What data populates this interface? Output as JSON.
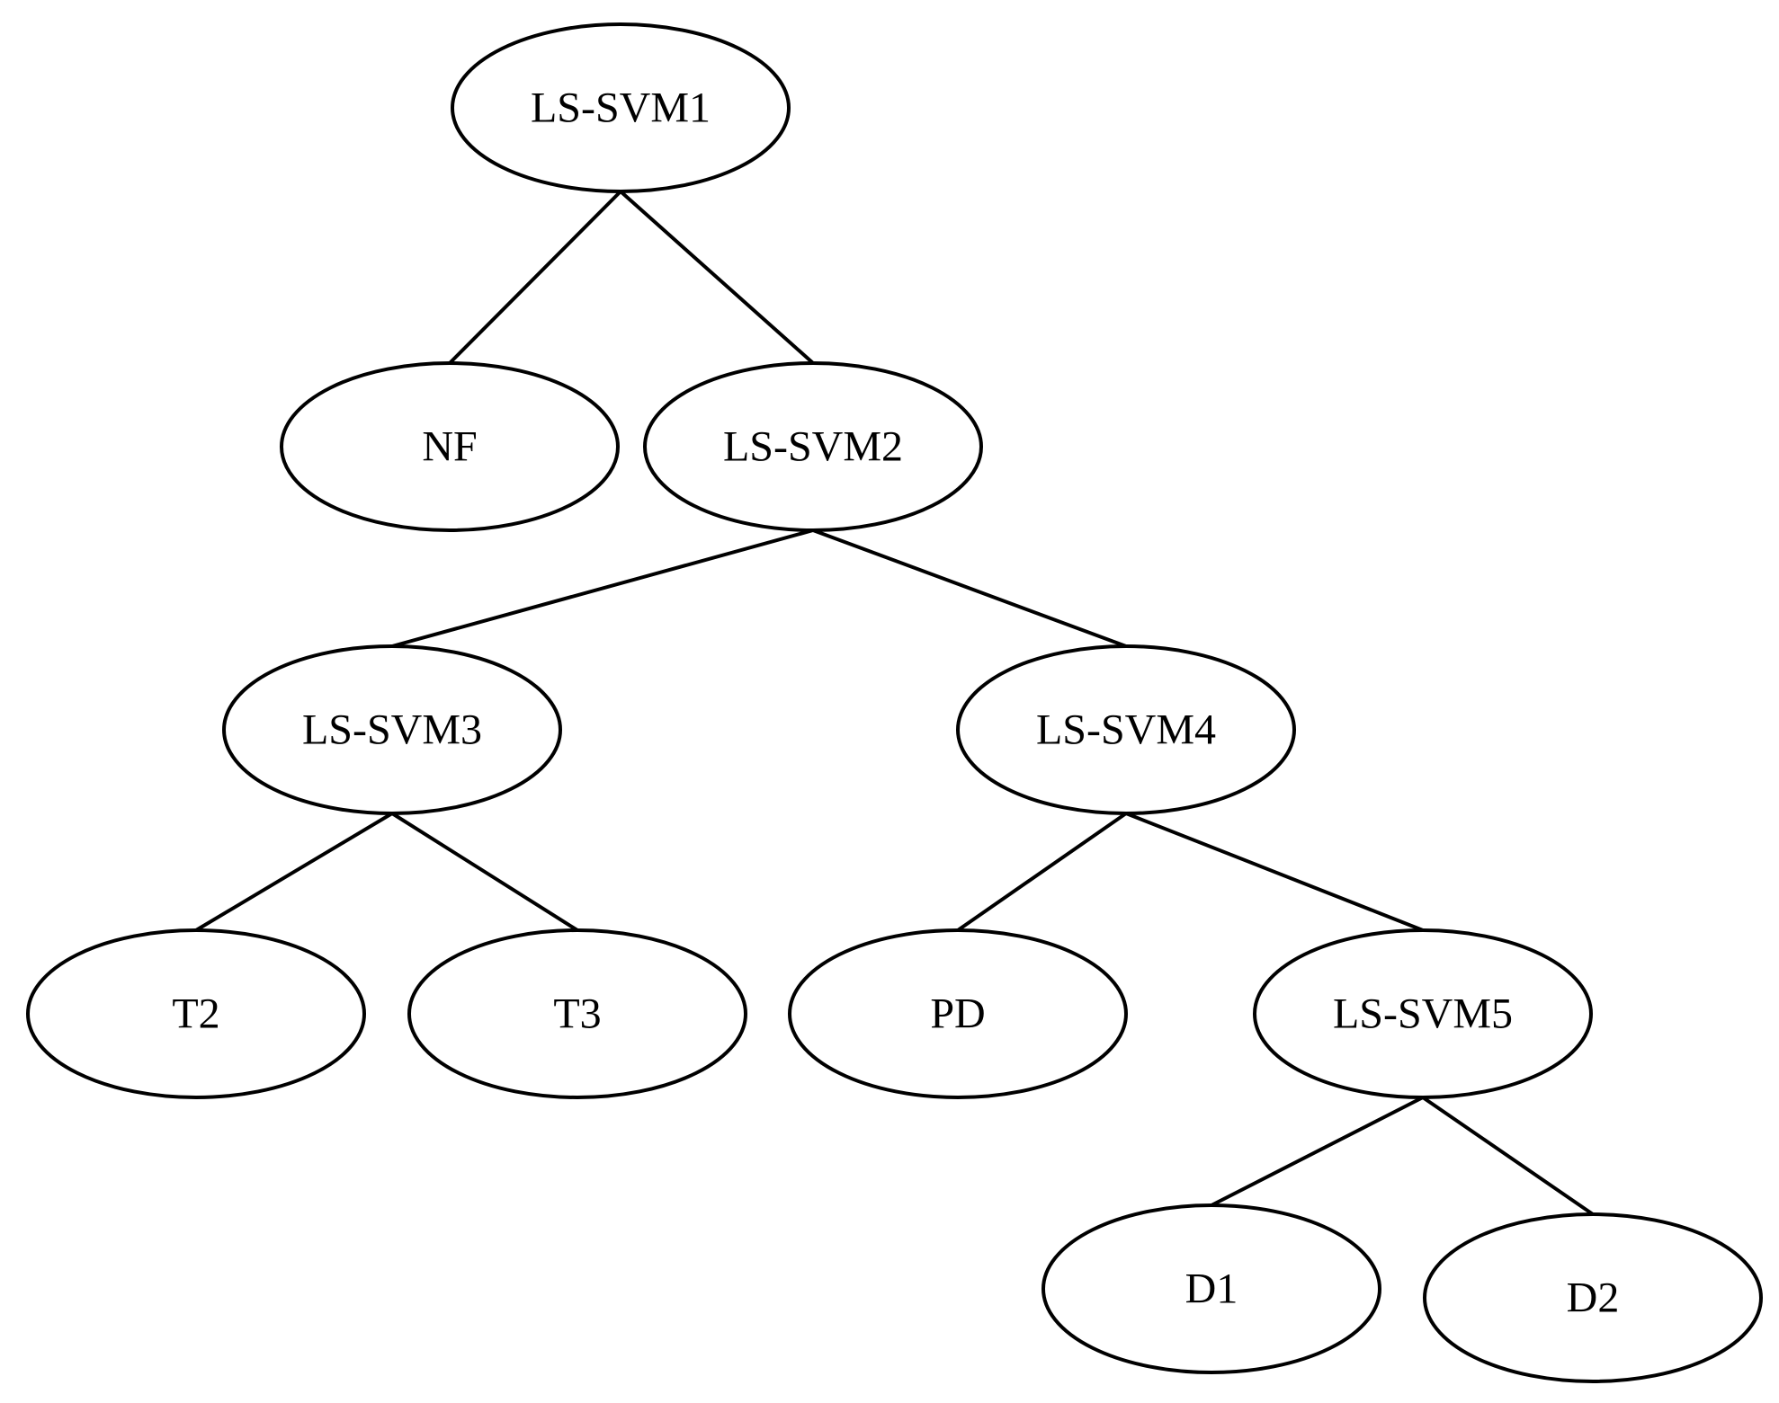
{
  "diagram": {
    "type": "tree",
    "colors": {
      "stroke": "#000000",
      "fill": "#ffffff",
      "text": "#000000"
    },
    "nodes": [
      {
        "id": "n1",
        "label": "LS-SVM1"
      },
      {
        "id": "n2",
        "label": "NF"
      },
      {
        "id": "n3",
        "label": "LS-SVM2"
      },
      {
        "id": "n4",
        "label": "LS-SVM3"
      },
      {
        "id": "n5",
        "label": "LS-SVM4"
      },
      {
        "id": "n6",
        "label": "T2"
      },
      {
        "id": "n7",
        "label": "T3"
      },
      {
        "id": "n8",
        "label": "PD"
      },
      {
        "id": "n9",
        "label": "LS-SVM5"
      },
      {
        "id": "n10",
        "label": "D1"
      },
      {
        "id": "n11",
        "label": "D2"
      }
    ],
    "edges": [
      {
        "from": "n1",
        "to": "n2"
      },
      {
        "from": "n1",
        "to": "n3"
      },
      {
        "from": "n3",
        "to": "n4"
      },
      {
        "from": "n3",
        "to": "n5"
      },
      {
        "from": "n4",
        "to": "n6"
      },
      {
        "from": "n4",
        "to": "n7"
      },
      {
        "from": "n5",
        "to": "n8"
      },
      {
        "from": "n5",
        "to": "n9"
      },
      {
        "from": "n9",
        "to": "n10"
      },
      {
        "from": "n9",
        "to": "n11"
      }
    ]
  }
}
